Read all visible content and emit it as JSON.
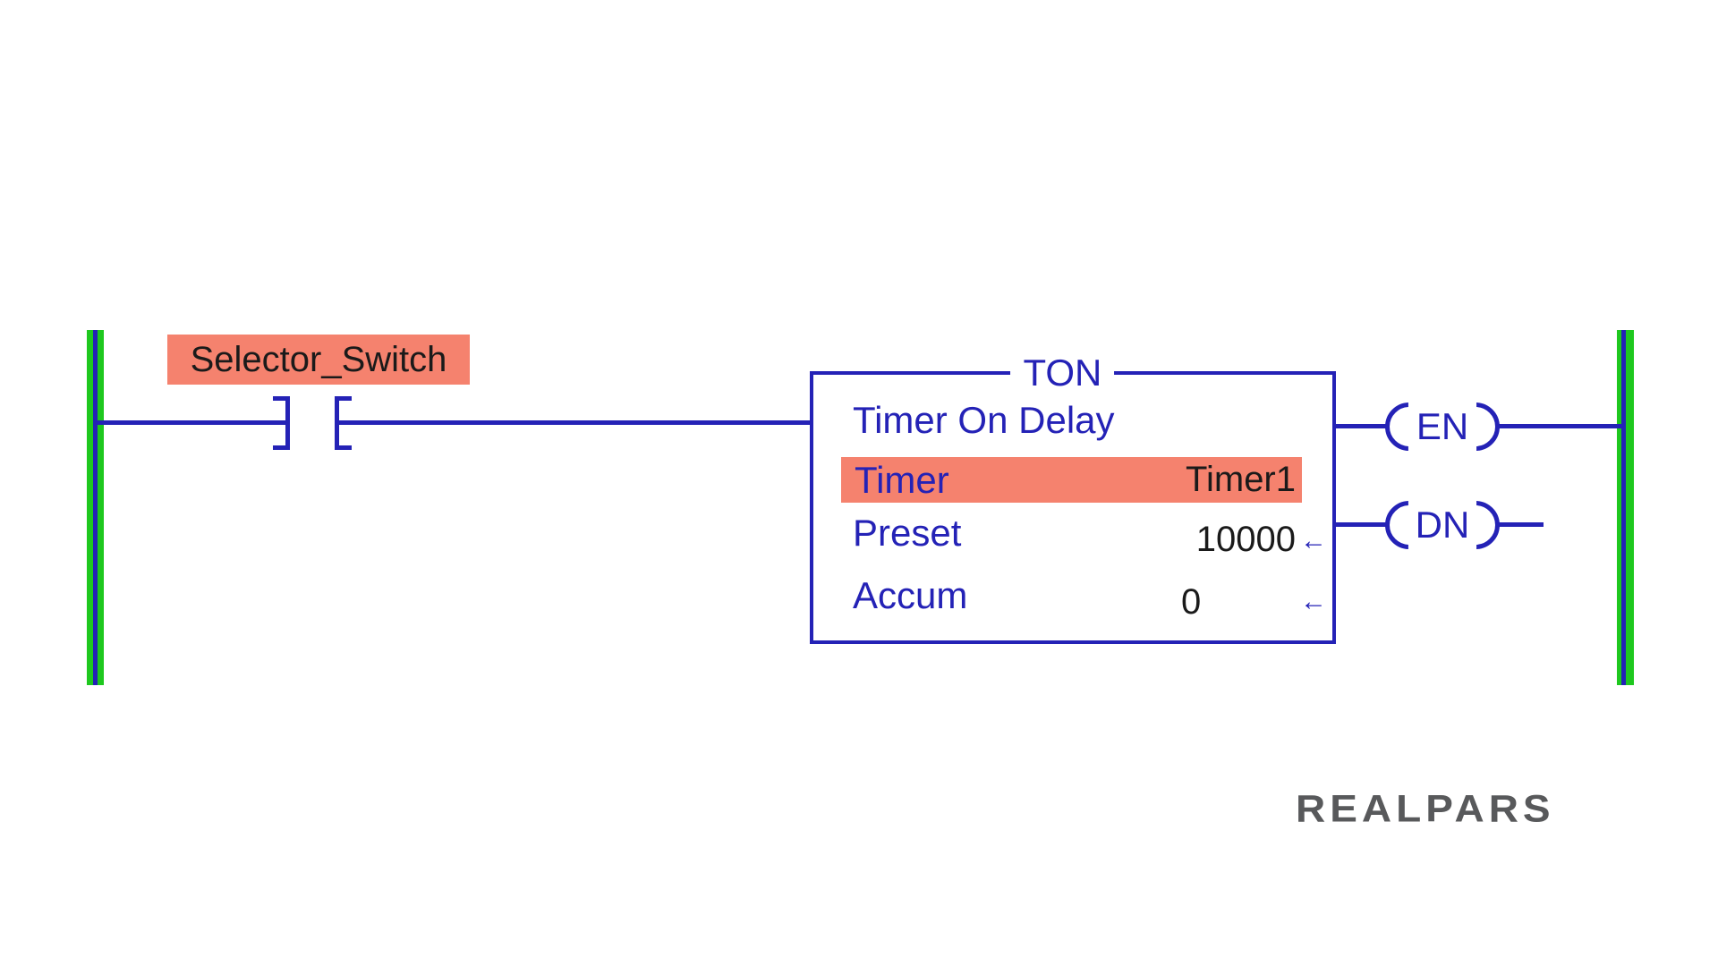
{
  "rung": {
    "contact": {
      "tag": "Selector_Switch",
      "type": "normally-open-contact"
    },
    "instruction_block": {
      "title": "TON",
      "description": "Timer On Delay",
      "rows": [
        {
          "label": "Timer",
          "value": "Timer1",
          "highlighted": true
        },
        {
          "label": "Preset",
          "value": "10000",
          "arrow": "←"
        },
        {
          "label": "Accum",
          "value": "0",
          "arrow": "←"
        }
      ]
    },
    "outputs": [
      {
        "label": "EN"
      },
      {
        "label": "DN"
      }
    ]
  },
  "branding": {
    "logo_text": "REALPARS"
  },
  "colors": {
    "wire_blue": "#2422b6",
    "rail_green": "#1ec81e",
    "highlight_salmon": "#f5826e",
    "text_black": "#1a1a1a",
    "logo_gray": "#58595b"
  }
}
